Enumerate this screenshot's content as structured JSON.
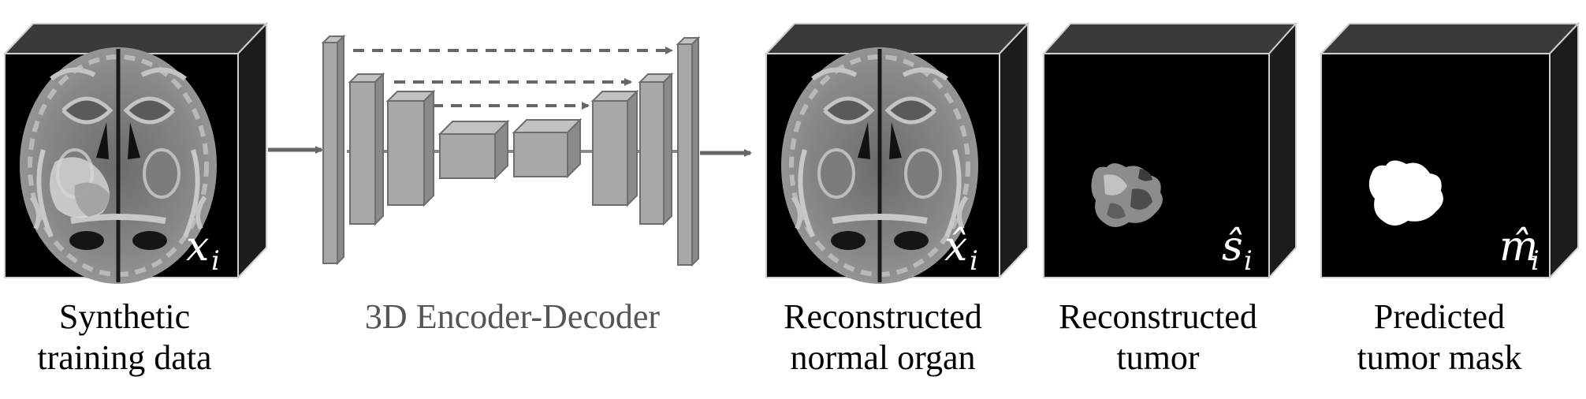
{
  "panels": {
    "input": {
      "symbol": "x",
      "subscript": "i",
      "caption_line1": "Synthetic",
      "caption_line2": "training data"
    },
    "network": {
      "caption": "3D Encoder-Decoder"
    },
    "recon_normal": {
      "symbol": "x̂",
      "subscript": "i",
      "caption_line1": "Reconstructed",
      "caption_line2": "normal organ"
    },
    "recon_tumor": {
      "symbol": "ŝ",
      "subscript": "i",
      "caption_line1": "Reconstructed",
      "caption_line2": "tumor"
    },
    "pred_mask": {
      "symbol": "m̂",
      "subscript": "i",
      "caption_line1": "Predicted",
      "caption_line2": "tumor mask"
    }
  },
  "colors": {
    "cube_top": "#3a3a3a",
    "cube_side": "#1c1c1c",
    "block_fill": "#a8a8a8",
    "block_edge": "#6e6e6e",
    "arrow": "#666666"
  }
}
